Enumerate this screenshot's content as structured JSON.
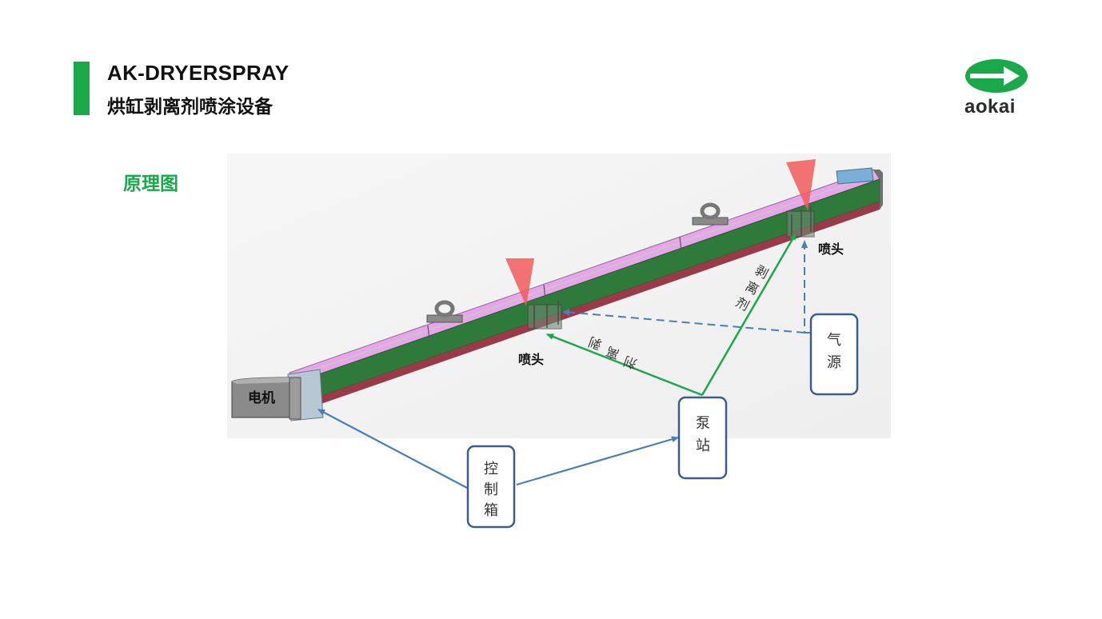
{
  "header": {
    "title_en": "AK-DRYERSPRAY",
    "title_cn": "烘缸剥离剂喷涂设备",
    "accent_color": "#1aa84a"
  },
  "logo": {
    "text": "aokai",
    "icon": "arrow-right-logo-icon",
    "color": "#1aa84a"
  },
  "section_title": "原理图",
  "diagram": {
    "nozzle_left": "喷头",
    "nozzle_right": "喷头",
    "motor": "电机",
    "agent_left": [
      "剥",
      "离",
      "剂"
    ],
    "agent_right": [
      "剥",
      "离",
      "剂"
    ],
    "air_source": [
      "气",
      "源"
    ],
    "pump_station": [
      "泵",
      "站"
    ],
    "control_box": [
      "控",
      "制",
      "箱"
    ],
    "colors": {
      "beam_top": "#e8a6ea",
      "beam_side": "#2d7a3a",
      "beam_bottom": "#9a3a48",
      "agent_line": "#1aa84a",
      "control_line": "#4a7eb8",
      "box_border": "#3b5d8a",
      "spray_cone": "#f25a5a"
    }
  }
}
